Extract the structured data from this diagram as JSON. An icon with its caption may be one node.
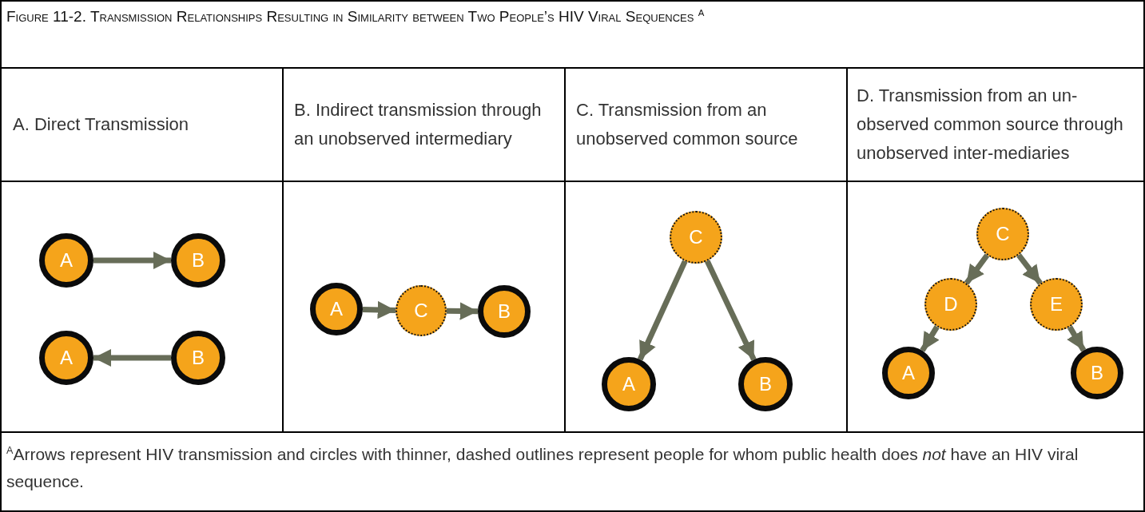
{
  "diagram": {
    "title": "Figure 11-2. Transmission Relationships Resulting in Similarity between Two People’s HIV Viral Sequences $^{A}$",
    "caption": "$^{A}$Arrows represent HIV transmission and circles with thinner, dashed outlines represent people for whom public health does *not* have an HIV viral sequence.",
    "labels": [
      "A. Direct Transmission",
      "B. Indirect transmission through an unobserved intermediary",
      "C. Transmission from an unobserved common source",
      "D. Transmission from an un-observed common source through unobserved inter-mediaries"
    ],
    "nodes": [
      {
        "text": [
          "A"
        ]
      },
      {
        "text": [
          "B"
        ]
      },
      {
        "text": [
          "A"
        ]
      },
      {
        "text": [
          "B"
        ]
      },
      {
        "text": [
          "A"
        ]
      },
      {
        "text": [
          "C"
        ]
      },
      {
        "text": [
          "B"
        ]
      },
      {
        "text": [
          "C"
        ]
      },
      {
        "text": [
          "A"
        ]
      },
      {
        "text": [
          "B"
        ]
      },
      {
        "text": [
          "C"
        ]
      },
      {
        "text": [
          "D"
        ]
      },
      {
        "text": [
          "E"
        ]
      },
      {
        "text": [
          "A"
        ]
      },
      {
        "text": [
          "B"
        ]
      }
    ],
    "edges": [
      {
        "from": 0,
        "to": 1,
        "arrow": "to"
      },
      {
        "from": 3,
        "to": 2,
        "arrow": "to"
      },
      {
        "from": 4,
        "to": 5,
        "arrow": "to"
      },
      {
        "from": 5,
        "to": 6,
        "arrow": "to"
      },
      {
        "from": 7,
        "to": 8,
        "arrow": "to"
      },
      {
        "from": 7,
        "to": 9,
        "arrow": "to"
      },
      {
        "from": 10,
        "to": 11,
        "arrow": "to"
      },
      {
        "from": 10,
        "to": 12,
        "arrow": "to"
      },
      {
        "from": 11,
        "to": 13,
        "arrow": "to"
      },
      {
        "from": 12,
        "to": 14,
        "arrow": "to"
      }
    ]
  }
}
